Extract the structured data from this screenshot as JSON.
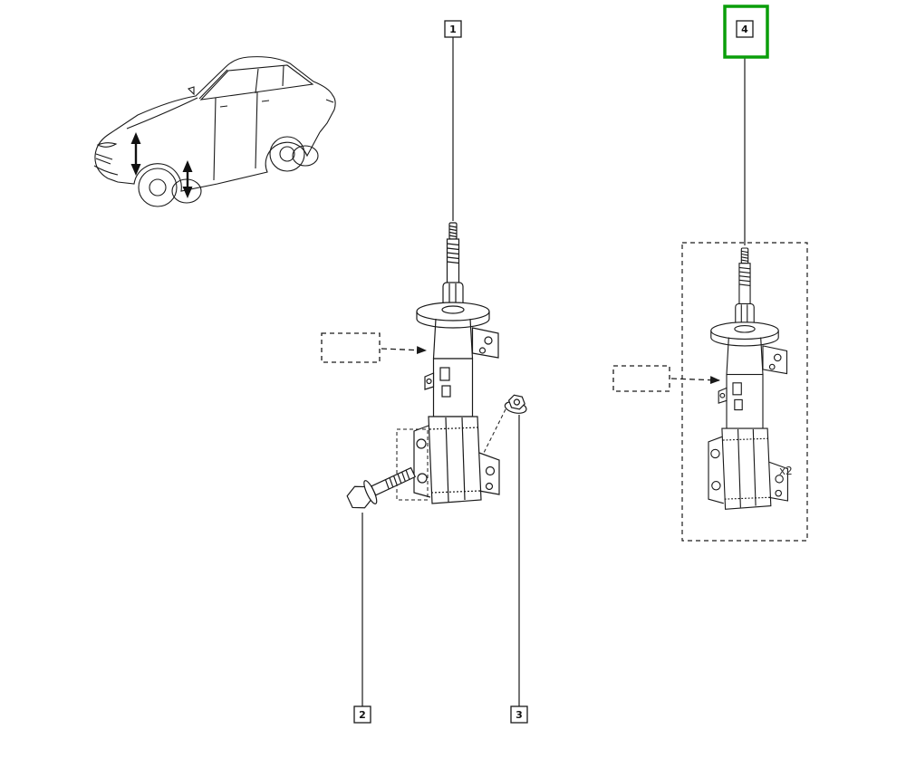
{
  "diagram": {
    "callouts": [
      {
        "id": "1",
        "label": "1",
        "selected": false
      },
      {
        "id": "2",
        "label": "2",
        "selected": false
      },
      {
        "id": "3",
        "label": "3",
        "selected": false
      },
      {
        "id": "4",
        "label": "4",
        "selected": true
      }
    ],
    "quantity_note": "x2",
    "colors": {
      "highlight": "#0a9e0a",
      "line": "#1a1a1a",
      "background": "#ffffff"
    }
  }
}
